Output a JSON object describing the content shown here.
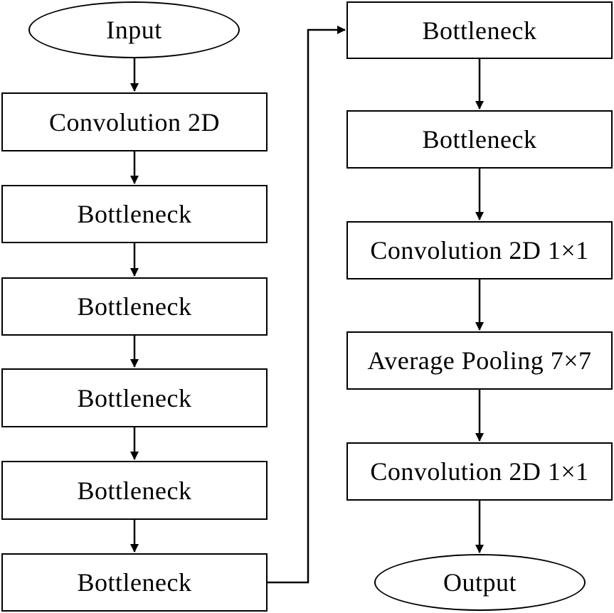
{
  "diagram": {
    "nodes": [
      {
        "id": "input",
        "label": "Input",
        "shape": "ellipse"
      },
      {
        "id": "conv2d",
        "label": "Convolution 2D",
        "shape": "rect"
      },
      {
        "id": "bottleneck-1",
        "label": "Bottleneck",
        "shape": "rect"
      },
      {
        "id": "bottleneck-2",
        "label": "Bottleneck",
        "shape": "rect"
      },
      {
        "id": "bottleneck-3",
        "label": "Bottleneck",
        "shape": "rect"
      },
      {
        "id": "bottleneck-4",
        "label": "Bottleneck",
        "shape": "rect"
      },
      {
        "id": "bottleneck-5",
        "label": "Bottleneck",
        "shape": "rect"
      },
      {
        "id": "bottleneck-6",
        "label": "Bottleneck",
        "shape": "rect"
      },
      {
        "id": "bottleneck-7",
        "label": "Bottleneck",
        "shape": "rect"
      },
      {
        "id": "conv2d-1x1-a",
        "label": "Convolution 2D 1×1",
        "shape": "rect"
      },
      {
        "id": "avgpool",
        "label": "Average Pooling 7×7",
        "shape": "rect"
      },
      {
        "id": "conv2d-1x1-b",
        "label": "Convolution 2D 1×1",
        "shape": "rect"
      },
      {
        "id": "output",
        "label": "Output",
        "shape": "ellipse"
      }
    ],
    "edges": [
      [
        "input",
        "conv2d"
      ],
      [
        "conv2d",
        "bottleneck-1"
      ],
      [
        "bottleneck-1",
        "bottleneck-2"
      ],
      [
        "bottleneck-2",
        "bottleneck-3"
      ],
      [
        "bottleneck-3",
        "bottleneck-4"
      ],
      [
        "bottleneck-4",
        "bottleneck-5"
      ],
      [
        "bottleneck-5",
        "bottleneck-6"
      ],
      [
        "bottleneck-6",
        "bottleneck-7"
      ],
      [
        "bottleneck-7",
        "conv2d-1x1-a"
      ],
      [
        "conv2d-1x1-a",
        "avgpool"
      ],
      [
        "avgpool",
        "conv2d-1x1-b"
      ],
      [
        "conv2d-1x1-b",
        "output"
      ]
    ]
  }
}
